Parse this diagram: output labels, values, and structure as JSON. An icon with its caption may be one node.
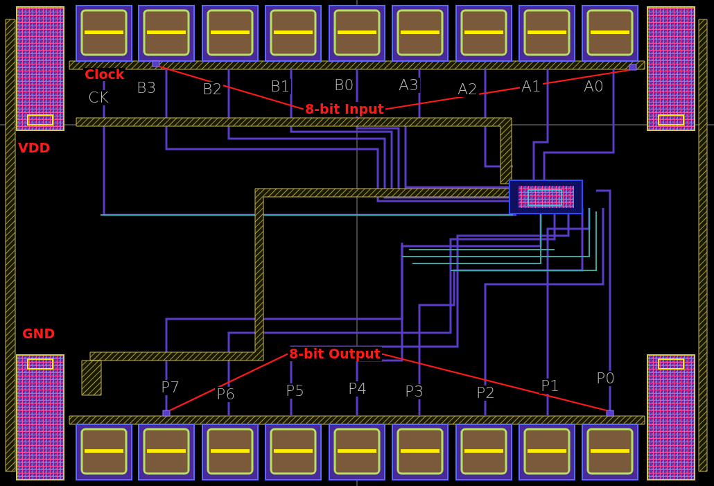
{
  "diagram": {
    "nodes": [
      {
        "text": [
          "8-bit Input"
        ]
      },
      {
        "text": [],
        "shape": "box"
      },
      {
        "text": [],
        "shape": "box"
      },
      {
        "text": [
          "8-bit Output"
        ]
      },
      {
        "text": [],
        "shape": "box"
      },
      {
        "text": [],
        "shape": "box"
      }
    ],
    "edges": [
      {
        "from": 0,
        "to": 1,
        "arrow": "none"
      },
      {
        "from": 0,
        "to": 2,
        "arrow": "none"
      },
      {
        "from": 3,
        "to": 4,
        "arrow": "none"
      },
      {
        "from": 3,
        "to": 5,
        "arrow": "none"
      }
    ],
    "labels": [
      "Clock",
      "B3",
      "B2",
      "B1",
      "B0",
      "A3",
      "A2",
      "A1",
      "A0",
      "CK",
      "VDD",
      "GND",
      "P7",
      "P6",
      "P5",
      "P4",
      "P3",
      "P2",
      "P1",
      "P0"
    ]
  }
}
